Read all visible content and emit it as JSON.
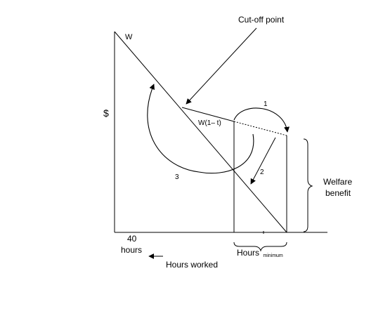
{
  "labels": {
    "dollar": "$",
    "wage": "W",
    "cutoff": "Cut-off point",
    "wage_after_tax": "W(1– t)",
    "arrow_1": "1",
    "arrow_2": "2",
    "arrow_3": "3",
    "welfare_line1": "Welfare",
    "welfare_line2": "benefit",
    "forty": "40",
    "hours": "hours",
    "hours_min_main": "Hours",
    "hours_min_sub": "minimum",
    "hours_worked": "Hours worked"
  }
}
